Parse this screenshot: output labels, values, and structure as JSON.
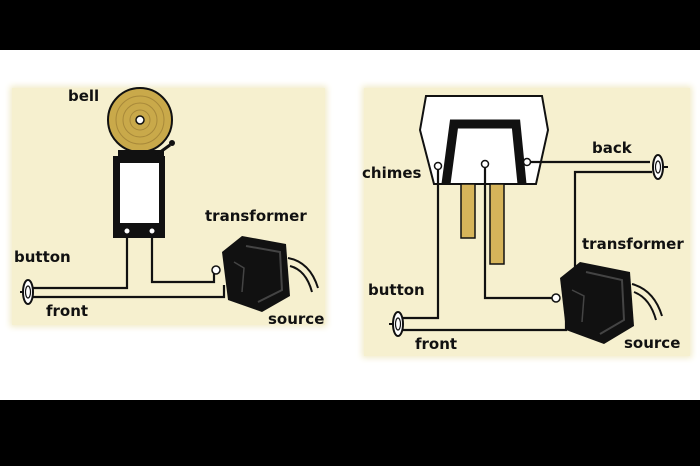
{
  "left_diagram": {
    "labels": {
      "bell": "bell",
      "transformer": "transformer",
      "button": "button",
      "front": "front",
      "source": "source"
    }
  },
  "right_diagram": {
    "labels": {
      "chimes": "chimes",
      "back": "back",
      "transformer": "transformer",
      "button": "button",
      "front": "front",
      "source": "source"
    }
  },
  "colors": {
    "background_band": "#000000",
    "page": "#ffffff",
    "panel": "#f6f0cf",
    "bell_gold": "#c9a94a",
    "wire": "#111111",
    "unit_fill": "#ffffff",
    "chime_bar": "#d6b45a"
  }
}
